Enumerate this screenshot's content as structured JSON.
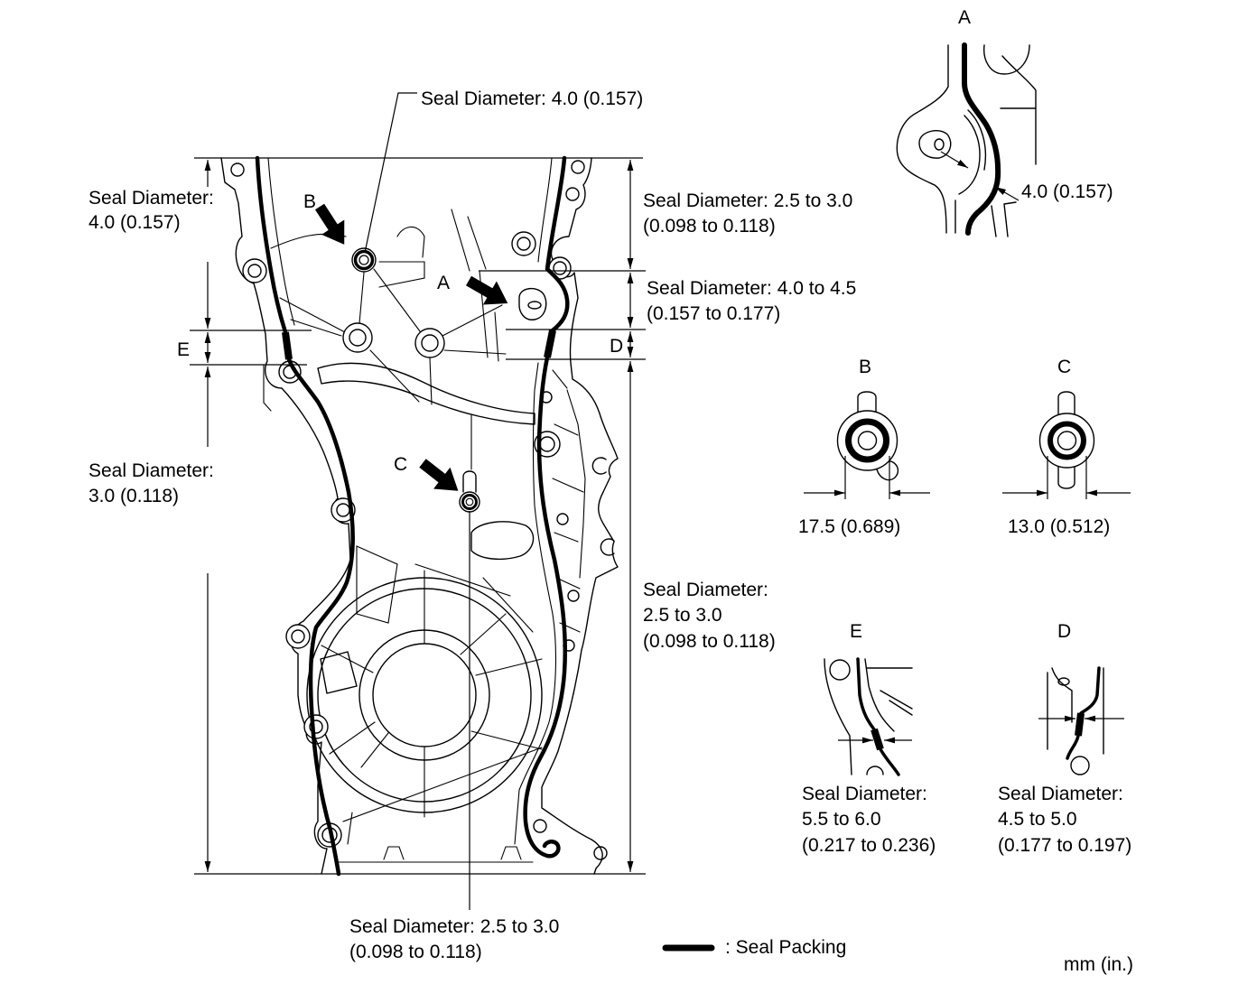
{
  "main_view": {
    "callouts": {
      "a": "A",
      "b": "B",
      "c": "C",
      "d": "D",
      "e": "E"
    },
    "seal_top_leader": "Seal Diameter: 4.0 (0.157)",
    "seal_left_upper": [
      "Seal Diameter:",
      "4.0 (0.157)"
    ],
    "seal_right_upper": [
      "Seal Diameter: 2.5 to 3.0",
      "(0.098 to 0.118)"
    ],
    "seal_right_middle": [
      "Seal Diameter: 4.0 to 4.5",
      "(0.157 to 0.177)"
    ],
    "seal_left_lower": [
      "Seal Diameter:",
      "3.0 (0.118)"
    ],
    "seal_right_lower": [
      "Seal Diameter:",
      "2.5 to 3.0",
      "(0.098 to 0.118)"
    ],
    "seal_bottom_leader": [
      "Seal Diameter: 2.5 to 3.0",
      "(0.098 to 0.118)"
    ]
  },
  "details": {
    "a": {
      "label": "A",
      "dimension": "4.0 (0.157)"
    },
    "b": {
      "label": "B",
      "dimension": "17.5 (0.689)"
    },
    "c": {
      "label": "C",
      "dimension": "13.0 (0.512)"
    },
    "e": {
      "label": "E",
      "lines": [
        "Seal Diameter:",
        "5.5 to 6.0",
        "(0.217 to 0.236)"
      ]
    },
    "d": {
      "label": "D",
      "lines": [
        "Seal Diameter:",
        "4.5 to 5.0",
        "(0.177 to 0.197)"
      ]
    }
  },
  "legend": {
    "text": ": Seal Packing"
  },
  "units": "mm (in.)",
  "colors": {
    "ink": "#000000",
    "background": "#ffffff"
  }
}
